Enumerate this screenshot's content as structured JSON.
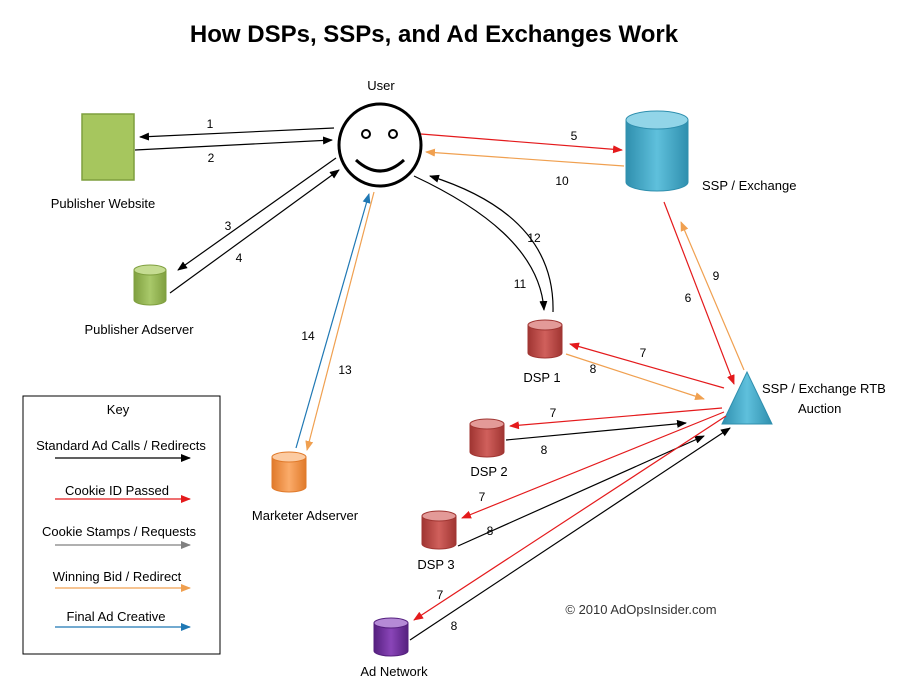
{
  "title": "How DSPs, SSPs, and Ad Exchanges Work",
  "nodes": {
    "user": "User",
    "publisher_website": "Publisher Website",
    "publisher_adserver": "Publisher Adserver",
    "ssp_exchange": "SSP / Exchange",
    "rtb_auction_line1": "SSP / Exchange RTB",
    "rtb_auction_line2": "Auction",
    "dsp1": "DSP 1",
    "dsp2": "DSP 2",
    "dsp3": "DSP 3",
    "marketer_adserver": "Marketer Adserver",
    "ad_network": "Ad Network"
  },
  "steps": {
    "s1": "1",
    "s2": "2",
    "s3": "3",
    "s4": "4",
    "s5": "5",
    "s6": "6",
    "s7a": "7",
    "s7b": "7",
    "s7c": "7",
    "s7d": "7",
    "s8a": "8",
    "s8b": "8",
    "s8c": "8",
    "s8d": "8",
    "s9": "9",
    "s10": "10",
    "s11": "11",
    "s12": "12",
    "s13": "13",
    "s14": "14"
  },
  "key": {
    "title": "Key",
    "items": [
      {
        "label": "Standard Ad Calls / Redirects",
        "color": "#000000"
      },
      {
        "label": "Cookie ID Passed",
        "color": "#e41a1c"
      },
      {
        "label": "Cookie Stamps / Requests",
        "color": "#808080"
      },
      {
        "label": "Winning Bid / Redirect",
        "color": "#f4a460"
      },
      {
        "label": "Final Ad Creative",
        "color": "#1f77b4"
      }
    ]
  },
  "copyright": "© 2010 AdOpsInsider.com",
  "colors": {
    "black": "#000000",
    "red": "#e41a1c",
    "orange": "#f0a050",
    "blue": "#1f78b4",
    "publisher_green": "#9bbb59",
    "ssp_blue": "#4bacc6",
    "dsp_red": "#c0504d",
    "marketer_orange": "#f79646",
    "network_purple": "#7030a0"
  }
}
